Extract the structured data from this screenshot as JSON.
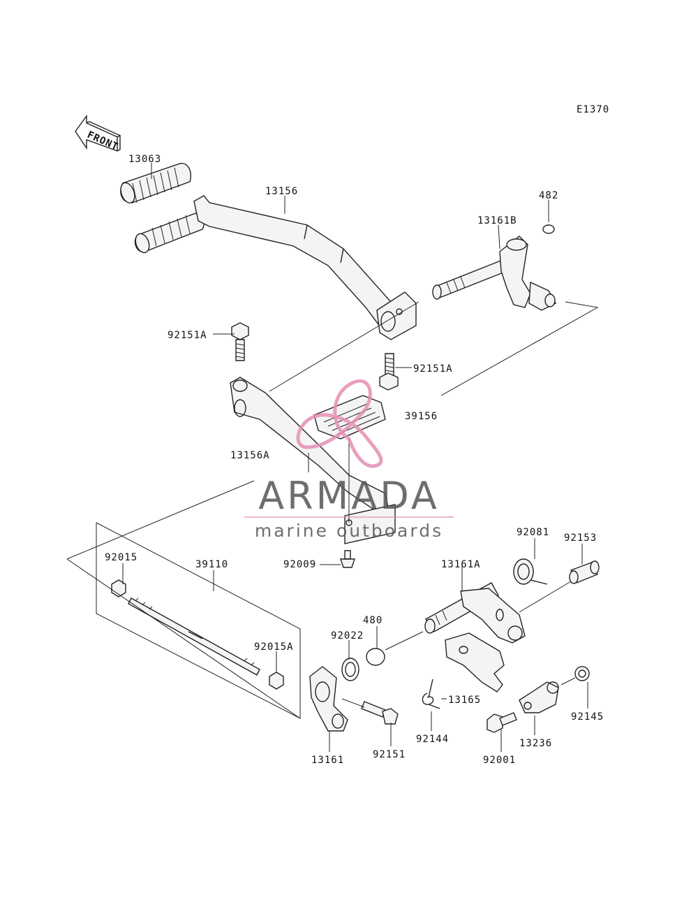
{
  "diagram_code": "E1370",
  "front_arrow": {
    "label": "FRONT"
  },
  "parts": [
    {
      "id": "p13063",
      "number": "13063"
    },
    {
      "id": "p13156",
      "number": "13156"
    },
    {
      "id": "p482",
      "number": "482"
    },
    {
      "id": "p13161B",
      "number": "13161B"
    },
    {
      "id": "p92151A_left",
      "number": "92151A"
    },
    {
      "id": "p92151A_right",
      "number": "92151A"
    },
    {
      "id": "p39156",
      "number": "39156"
    },
    {
      "id": "p13156A",
      "number": "13156A"
    },
    {
      "id": "p92081",
      "number": "92081"
    },
    {
      "id": "p92153",
      "number": "92153"
    },
    {
      "id": "p92015",
      "number": "92015"
    },
    {
      "id": "p39110",
      "number": "39110"
    },
    {
      "id": "p92009",
      "number": "92009"
    },
    {
      "id": "p13161A",
      "number": "13161A"
    },
    {
      "id": "p480",
      "number": "480"
    },
    {
      "id": "p92022",
      "number": "92022"
    },
    {
      "id": "p92015A",
      "number": "92015A"
    },
    {
      "id": "p13165",
      "number": "13165"
    },
    {
      "id": "p92145",
      "number": "92145"
    },
    {
      "id": "p92144",
      "number": "92144"
    },
    {
      "id": "p13236",
      "number": "13236"
    },
    {
      "id": "p92151",
      "number": "92151"
    },
    {
      "id": "p13161",
      "number": "13161"
    },
    {
      "id": "p92001",
      "number": "92001"
    }
  ],
  "watermark": {
    "brand": "ARMADA",
    "tagline": "marine outboards",
    "brand_color": "#555555",
    "accent_color": "#e58fb4"
  }
}
